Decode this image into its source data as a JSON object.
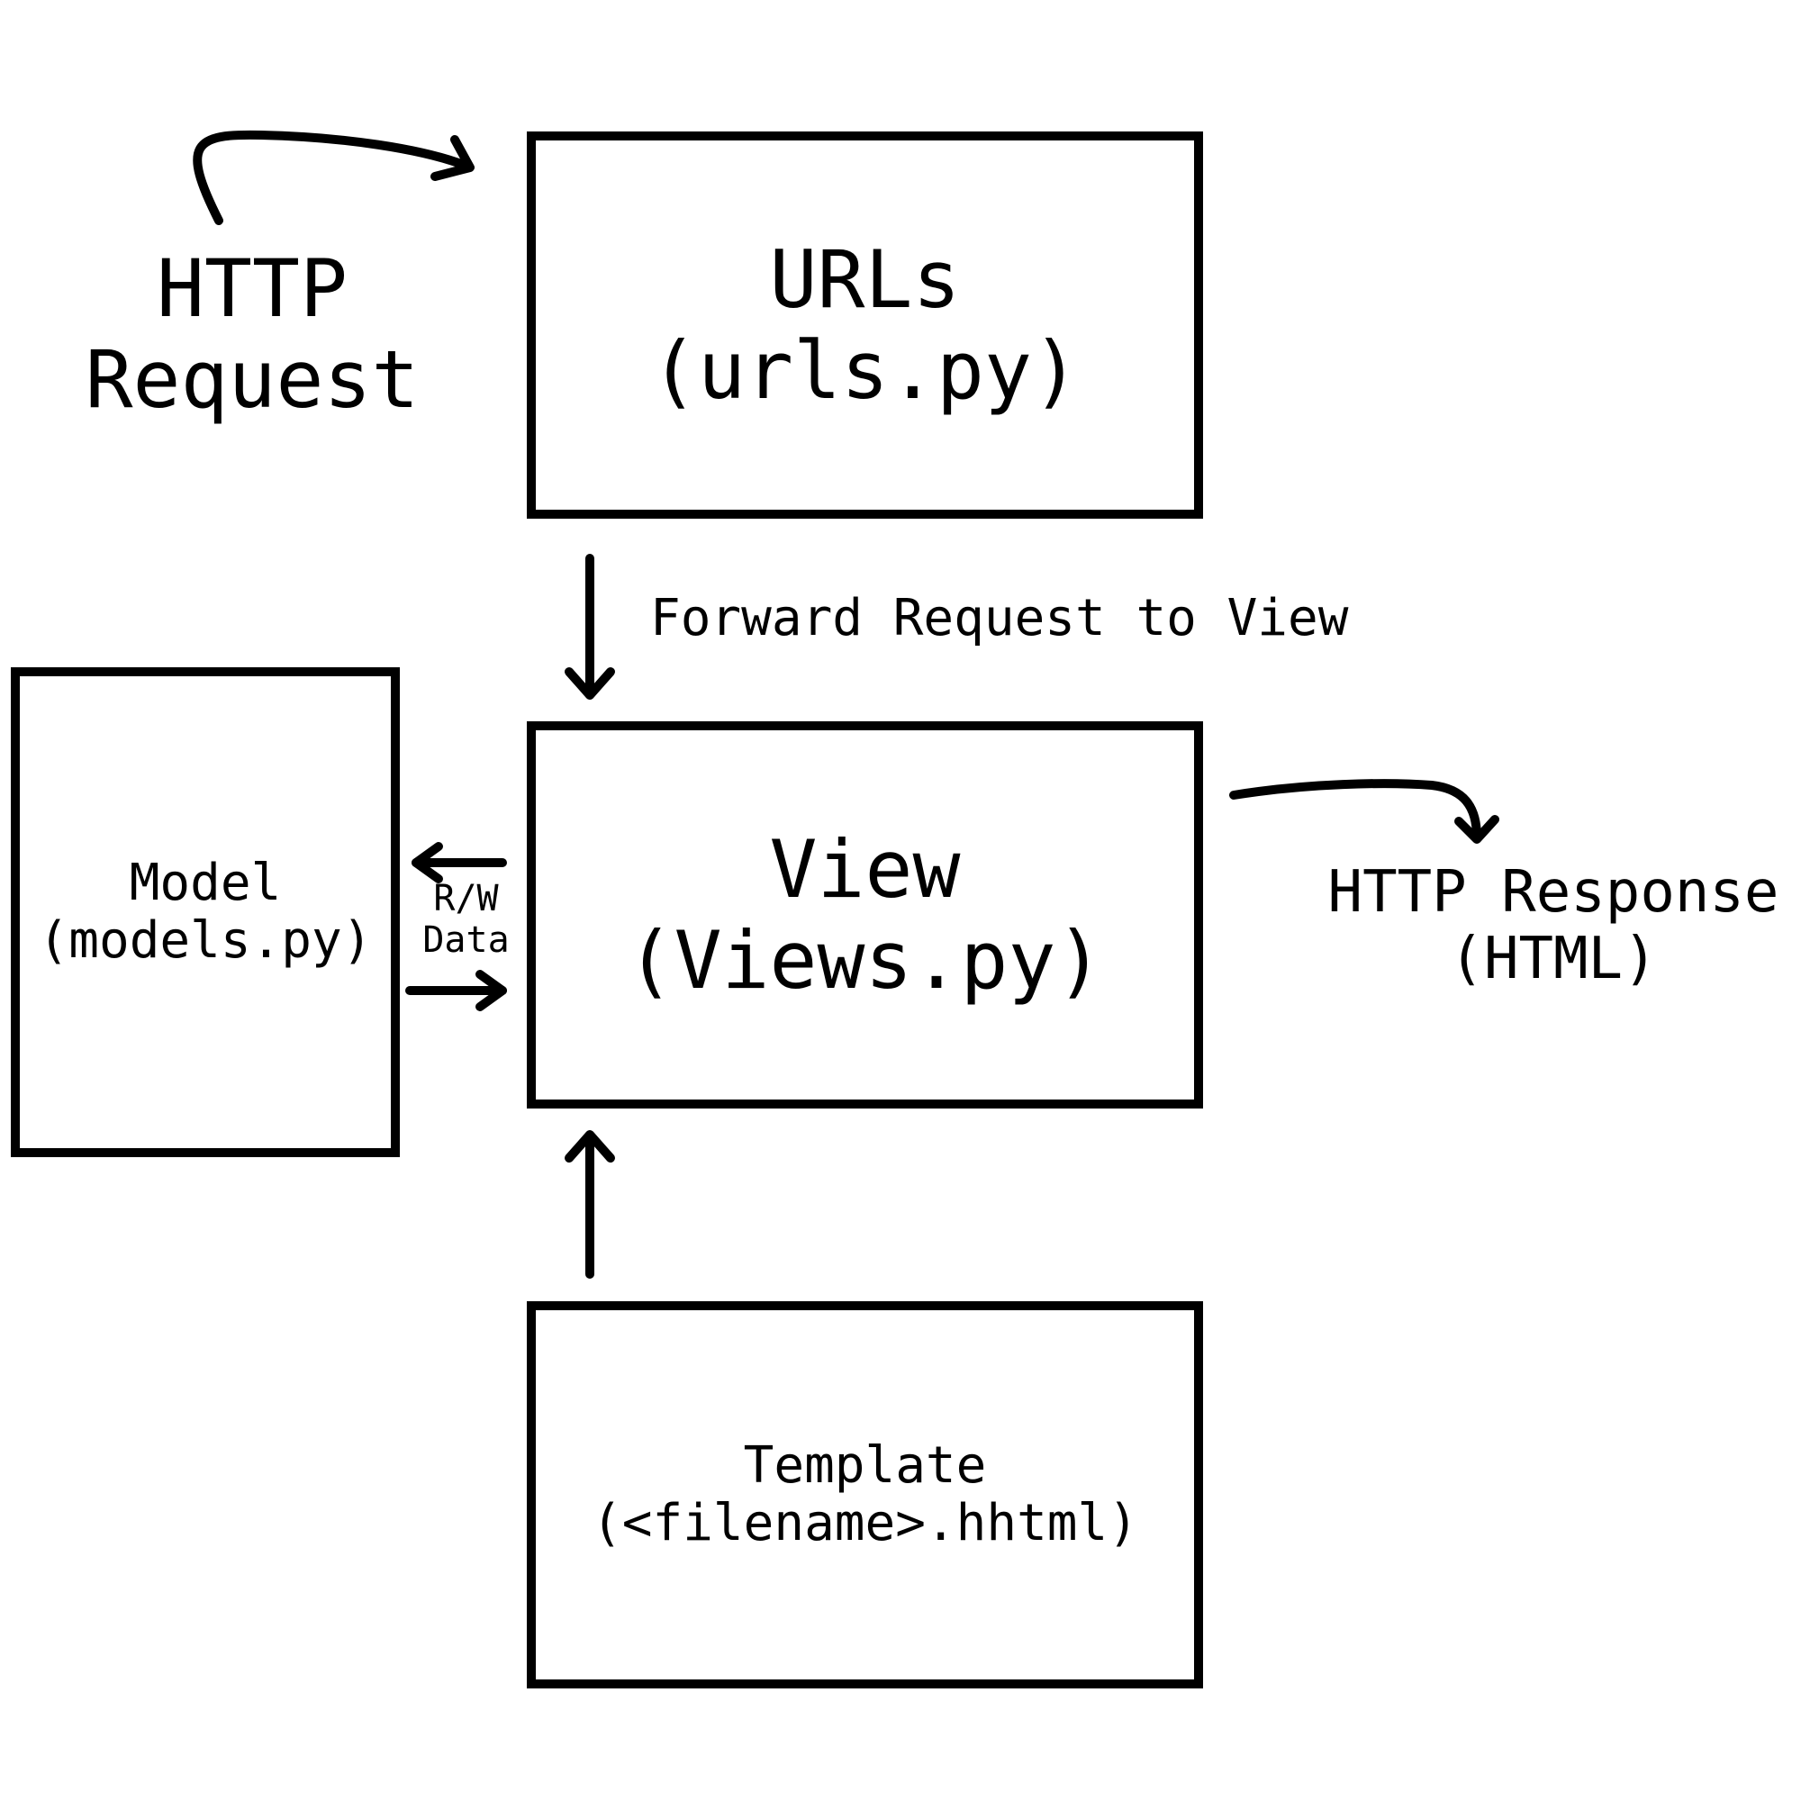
{
  "diagram": {
    "nodes": {
      "urls": {
        "line1": "URLs",
        "line2": "(urls.py)"
      },
      "view": {
        "line1": "View",
        "line2": "(Views.py)"
      },
      "model": {
        "line1": "Model",
        "line2": "(models.py)"
      },
      "template": {
        "line1": "Template",
        "line2": "(<filename>.hhtml)"
      }
    },
    "labels": {
      "http_request": {
        "line1": "HTTP",
        "line2": "Request"
      },
      "forward": "Forward Request to View",
      "rw_data": {
        "line1": "R/W",
        "line2": "Data"
      },
      "http_response": {
        "line1": "HTTP Response",
        "line2": "(HTML)"
      }
    },
    "edges": [
      {
        "from": "http_request",
        "to": "urls"
      },
      {
        "from": "urls",
        "to": "view",
        "label": "Forward Request to View"
      },
      {
        "from": "view",
        "to": "model",
        "label": "R/W Data"
      },
      {
        "from": "model",
        "to": "view",
        "label": "R/W Data"
      },
      {
        "from": "template",
        "to": "view"
      },
      {
        "from": "view",
        "to": "http_response"
      }
    ]
  }
}
